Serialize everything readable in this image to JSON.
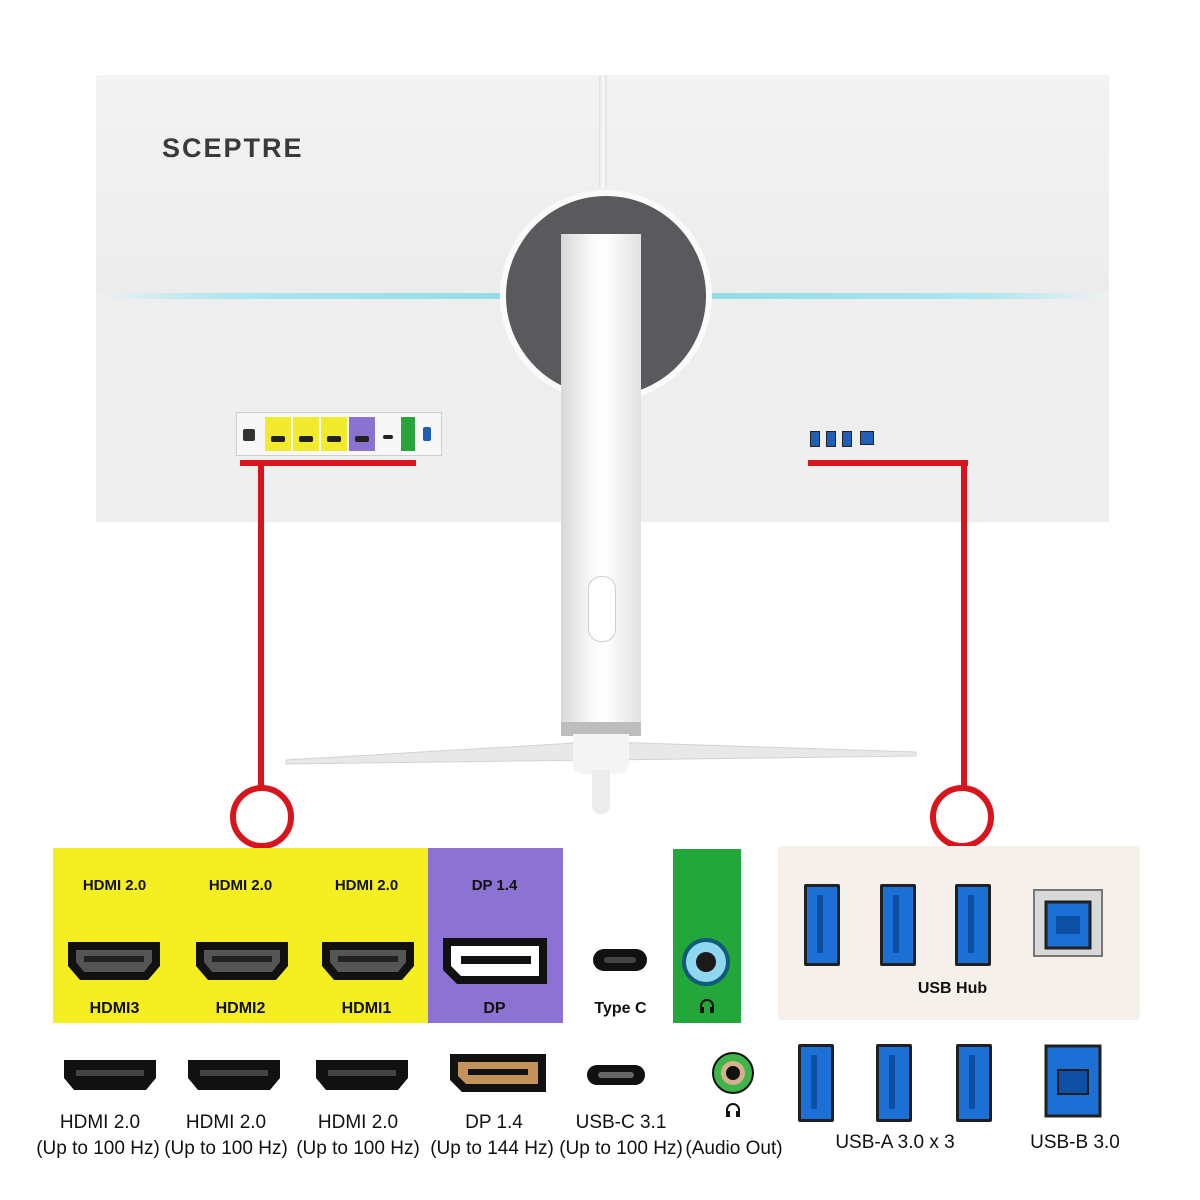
{
  "brand": {
    "logo_text": "SCEPTRE"
  },
  "detail_ports": [
    {
      "title": "HDMI 2.0",
      "label": "HDMI3",
      "color": "#f5ee21"
    },
    {
      "title": "HDMI 2.0",
      "label": "HDMI2",
      "color": "#f5ee21"
    },
    {
      "title": "HDMI 2.0",
      "label": "HDMI1",
      "color": "#f5ee21"
    },
    {
      "title": "DP 1.4",
      "label": "DP",
      "color": "#8b72d3"
    },
    {
      "title": "",
      "label": "Type C",
      "color": "#ffffff"
    },
    {
      "title": "",
      "label": "",
      "color": "#23a63a"
    }
  ],
  "usb_hub": {
    "label": "USB Hub",
    "color": "#f5f1ea"
  },
  "bottom_ports": [
    {
      "line1": "HDMI 2.0",
      "line2": "(Up to 100 Hz)"
    },
    {
      "line1": "HDMI 2.0",
      "line2": "(Up to 100 Hz)"
    },
    {
      "line1": "HDMI 2.0",
      "line2": "(Up to 100 Hz)"
    },
    {
      "line1": "DP 1.4",
      "line2": "(Up to 144 Hz)"
    },
    {
      "line1": "USB-C 3.1",
      "line2": "(Up to 100 Hz)"
    },
    {
      "line1": "",
      "line2": "(Audio Out)"
    },
    {
      "line1": "USB-A 3.0 x 3",
      "line2": ""
    },
    {
      "line1": "USB-B 3.0",
      "line2": ""
    }
  ],
  "colors": {
    "accent_red": "#d8141c",
    "usb_blue": "#1c6fd5",
    "ambient_light": "#8fdce8"
  }
}
